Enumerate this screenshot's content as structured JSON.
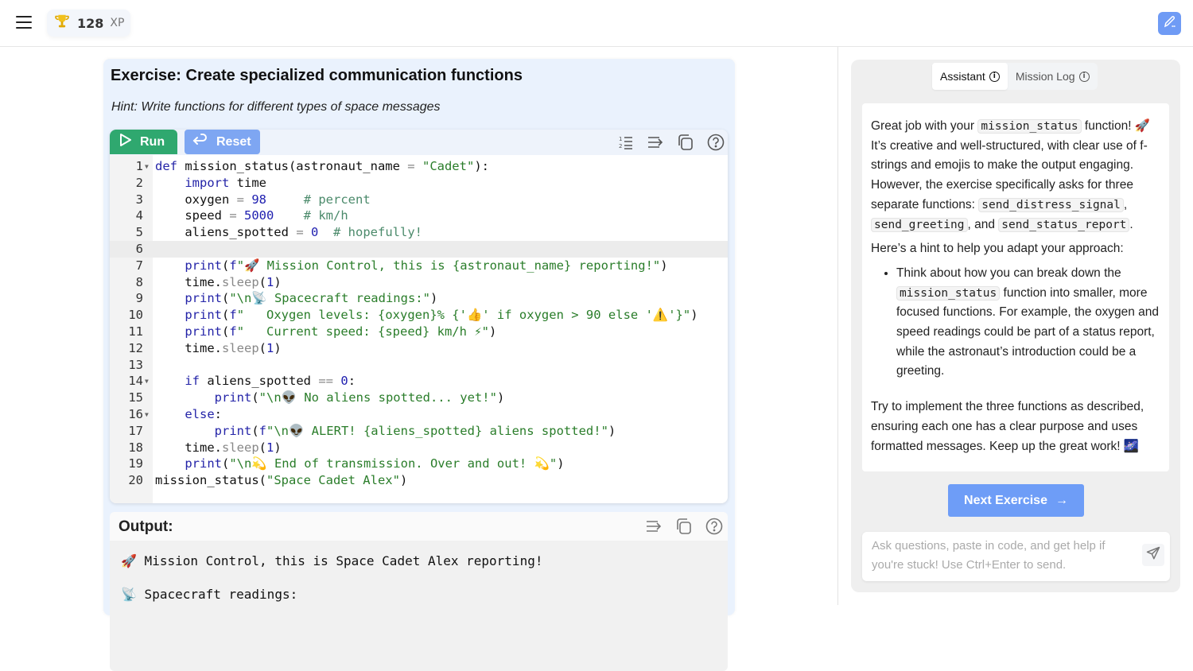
{
  "topbar": {
    "xp_value": "128",
    "xp_unit": "XP",
    "trophy_icon": "trophy-icon",
    "menu_icon": "hamburger-menu-icon",
    "edit_icon": "edit-pencil-icon",
    "accent_color": "#6f9bf5"
  },
  "exercise": {
    "title": "Exercise: Create specialized communication functions",
    "hint": "Hint: Write functions for different types of space messages",
    "toolbar": {
      "run_label": "Run",
      "reset_label": "Reset",
      "run_color": "#2fa86f",
      "reset_color": "#7ea6f2",
      "icons": [
        "line-numbers-icon",
        "wrap-lines-icon",
        "copy-icon",
        "help-icon"
      ]
    },
    "code_lines": [
      {
        "n": "1",
        "fold": true,
        "text": "def mission_status(astronaut_name = \"Cadet\"):"
      },
      {
        "n": "2",
        "text": "    import time"
      },
      {
        "n": "3",
        "text": "    oxygen = 98     # percent"
      },
      {
        "n": "4",
        "text": "    speed = 5000    # km/h"
      },
      {
        "n": "5",
        "text": "    aliens_spotted = 0  # hopefully!"
      },
      {
        "n": "6",
        "text": "    ",
        "active": true
      },
      {
        "n": "7",
        "text": "    print(f\"🚀 Mission Control, this is {astronaut_name} reporting!\")"
      },
      {
        "n": "8",
        "text": "    time.sleep(1)"
      },
      {
        "n": "9",
        "text": "    print(\"\\n📡 Spacecraft readings:\")"
      },
      {
        "n": "10",
        "text": "    print(f\"   Oxygen levels: {oxygen}% {'👍' if oxygen > 90 else '⚠️'}\")"
      },
      {
        "n": "11",
        "text": "    print(f\"   Current speed: {speed} km/h ⚡\")"
      },
      {
        "n": "12",
        "text": "    time.sleep(1)"
      },
      {
        "n": "13",
        "text": ""
      },
      {
        "n": "14",
        "fold": true,
        "text": "    if aliens_spotted == 0:"
      },
      {
        "n": "15",
        "text": "        print(\"\\n👽 No aliens spotted... yet!\")"
      },
      {
        "n": "16",
        "fold": true,
        "text": "    else:"
      },
      {
        "n": "17",
        "text": "        print(f\"\\n👽 ALERT! {aliens_spotted} aliens spotted!\")"
      },
      {
        "n": "18",
        "text": "    time.sleep(1)"
      },
      {
        "n": "19",
        "text": "    print(\"\\n💫 End of transmission. Over and out! 💫\")"
      },
      {
        "n": "20",
        "text": "mission_status(\"Space Cadet Alex\")"
      }
    ],
    "output": {
      "title": "Output:",
      "icons": [
        "wrap-lines-icon",
        "copy-icon",
        "help-icon"
      ],
      "lines": [
        "🚀 Mission Control, this is Space Cadet Alex reporting!",
        "📡 Spacecraft readings:"
      ]
    }
  },
  "assistant": {
    "tabs": [
      {
        "label": "Assistant",
        "active": true
      },
      {
        "label": "Mission Log",
        "active": false
      }
    ],
    "message": {
      "p1_a": "Great job with your ",
      "p1_code1": "mission_status",
      "p1_b": " function! 🚀 It’s creative and well-structured, with clear use of f-strings and emojis to make the output engaging. However, the exercise specifically asks for three separate functions: ",
      "p1_code2": "send_distress_signal",
      "p1_c": ", ",
      "p1_code3": "send_greeting",
      "p1_d": ", and ",
      "p1_code4": "send_status_report",
      "p1_e": ".",
      "p2": "Here’s a hint to help you adapt your approach:",
      "li_a": "Think about how you can break down the ",
      "li_code": "mission_status",
      "li_b": " function into smaller, more focused functions. For example, the oxygen and speed readings could be part of a status report, while the astronaut’s introduction could be a greeting.",
      "p3": "Try to implement the three functions as described, ensuring each one has a clear purpose and uses formatted messages. Keep up the great work! 🌌"
    },
    "next_button": "Next Exercise",
    "next_arrow": "→",
    "chat_placeholder": "Ask questions, paste in code, and get help if you're stuck! Use Ctrl+Enter to send.",
    "chat_value": ""
  }
}
